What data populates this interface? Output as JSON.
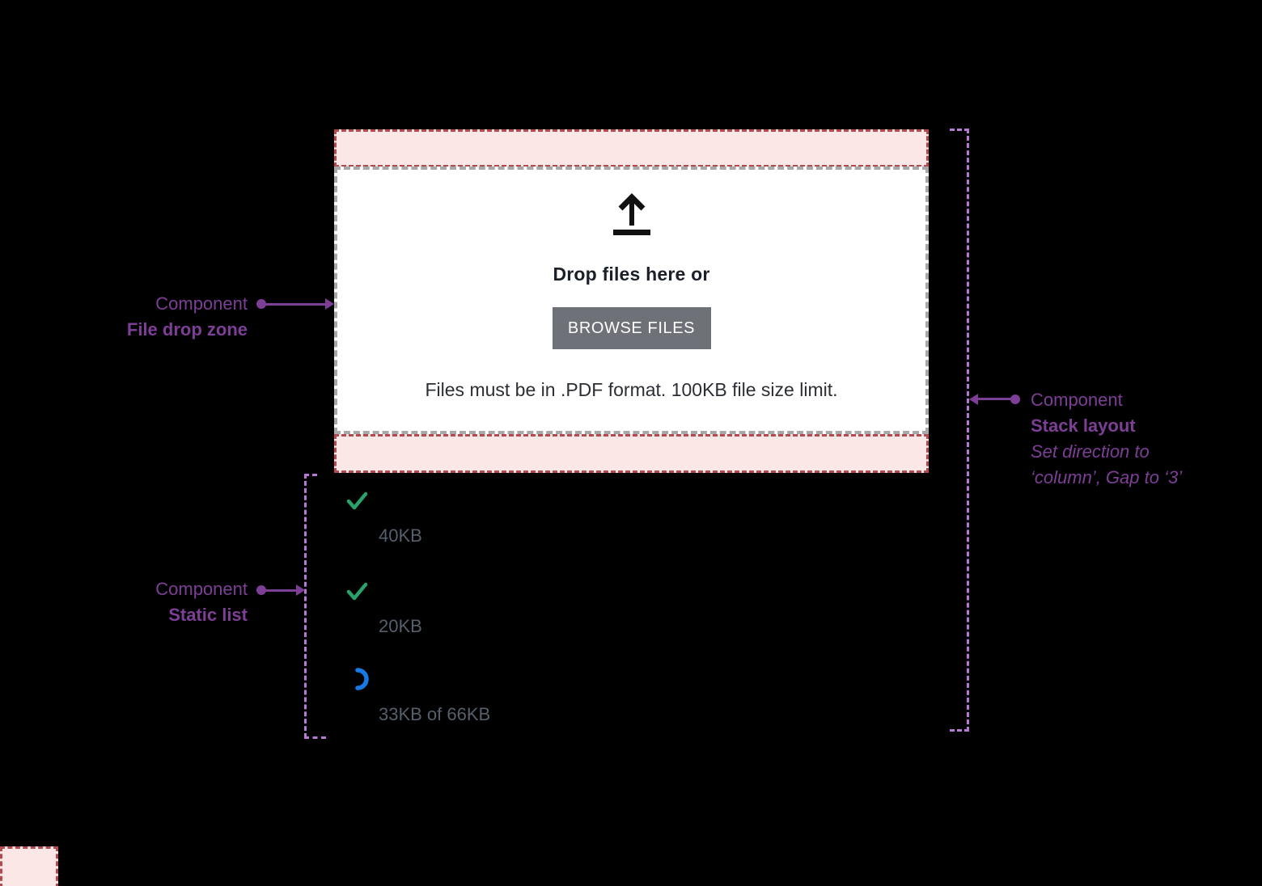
{
  "drop_zone": {
    "title": "Drop files here or",
    "browse_button_label": "BROWSE FILES",
    "hint": "Files must be in .PDF format. 100KB file size limit.",
    "upload_icon": "upload-arrow-icon"
  },
  "annotations": {
    "file_drop_zone": {
      "kicker": "Component",
      "name": "File drop zone"
    },
    "static_list": {
      "kicker": "Component",
      "name": "Static list"
    },
    "stack_layout": {
      "kicker": "Component",
      "name": "Stack layout",
      "note_line1": "Set direction to",
      "note_line2": "‘column’, Gap to ‘3’"
    }
  },
  "static_list": {
    "items": [
      {
        "icon": "check-icon",
        "status": "success",
        "label": "40KB"
      },
      {
        "icon": "check-icon",
        "status": "success",
        "label": "20KB"
      },
      {
        "icon": "spinner-icon",
        "status": "uploading",
        "label": "33KB of 66KB"
      }
    ]
  },
  "colors": {
    "background": "#000000",
    "highlight_fill": "#fce7e7",
    "highlight_border": "#b24a50",
    "dropzone_border": "#a8a8a8",
    "button_background": "#6e7177",
    "button_text": "#ffffff",
    "annotation_purple": "#7d3e96",
    "annotation_dash_purple": "#b779d3",
    "success_green": "#2aa26b",
    "uploading_blue": "#1779e3",
    "file_size_text": "#565f6b"
  }
}
